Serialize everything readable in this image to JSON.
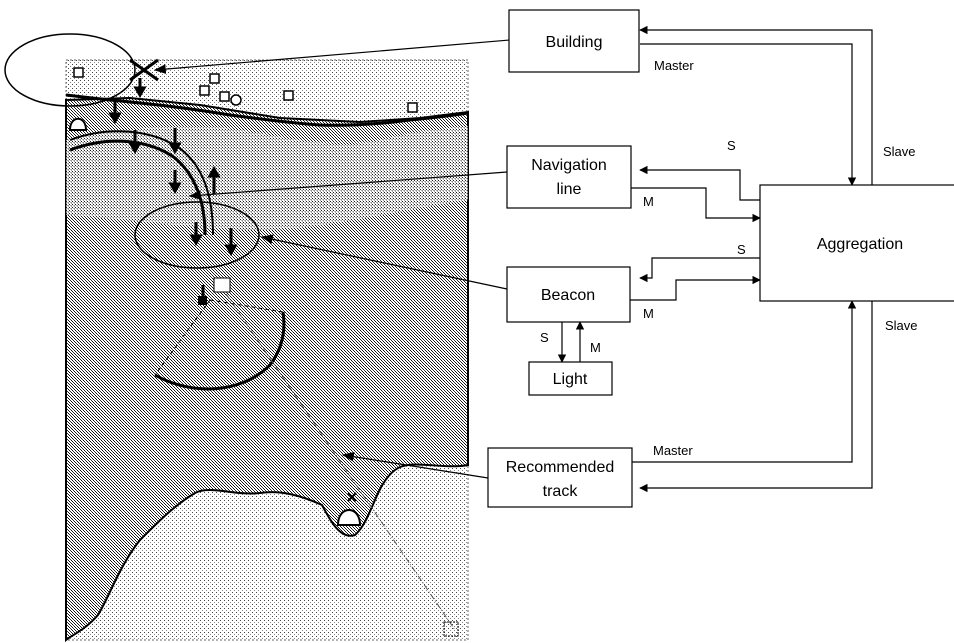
{
  "boxes": {
    "building": [
      "Building"
    ],
    "navigation_line": [
      "Navigation",
      "line"
    ],
    "aggregation": [
      "Aggregation"
    ],
    "beacon": [
      "Beacon"
    ],
    "light": [
      "Light"
    ],
    "recommended_track": [
      "Recommended",
      "track"
    ]
  },
  "edge_labels": {
    "building_master": "Master",
    "aggregation_slave_top": "Slave",
    "navline_s": "S",
    "navline_m": "M",
    "beacon_s": "S",
    "beacon_m": "M",
    "light_s": "S",
    "light_m": "M",
    "aggregation_slave_bottom": "Slave",
    "track_master": "Master"
  },
  "map": {
    "description_icons": [
      "beacon-icon",
      "light-icon",
      "building-icon",
      "wreck-icon"
    ]
  }
}
